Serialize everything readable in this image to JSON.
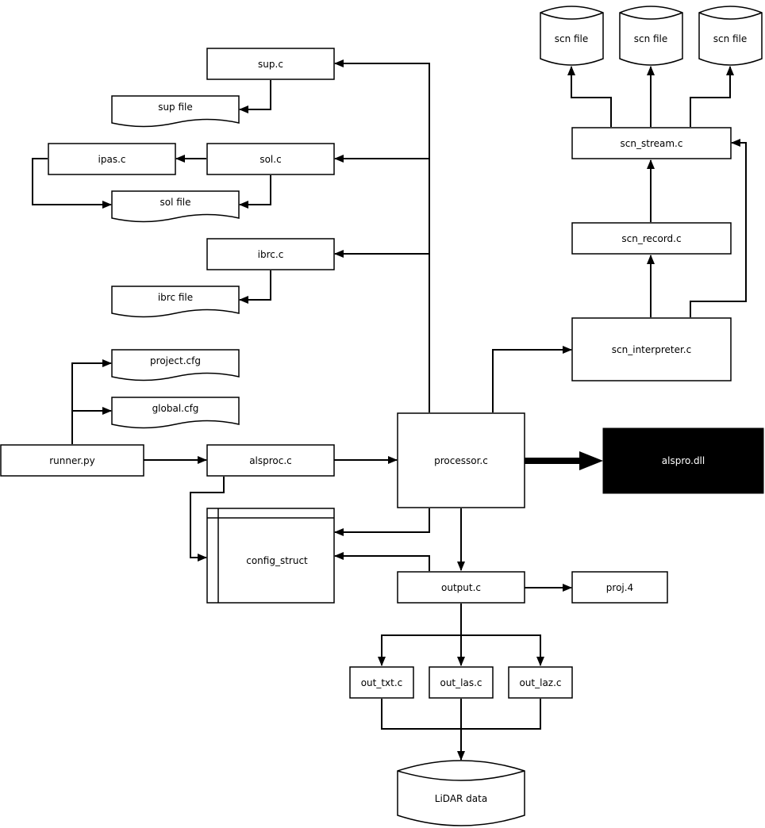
{
  "colors": {
    "stroke": "#000000",
    "background": "#ffffff",
    "dll_fill": "#000000",
    "dll_text": "#ffffff"
  },
  "modules": {
    "sup_c": "sup.c",
    "sol_c": "sol.c",
    "ipas_c": "ipas.c",
    "ibrc_c": "ibrc.c",
    "runner_py": "runner.py",
    "alsproc_c": "alsproc.c",
    "processor_c": "processor.c",
    "output_c": "output.c",
    "proj4": "proj.4",
    "out_txt_c": "out_txt.c",
    "out_las_c": "out_las.c",
    "out_laz_c": "out_laz.c",
    "scn_stream_c": "scn_stream.c",
    "scn_record_c": "scn_record.c",
    "scn_interpreter_c": "scn_interpreter.c"
  },
  "data_files": {
    "sup_file": "sup file",
    "sol_file": "sol file",
    "ibrc_file": "ibrc file",
    "project_cfg": "project.cfg",
    "global_cfg": "global.cfg"
  },
  "storage": {
    "scn_file_1": "scn file",
    "scn_file_2": "scn file",
    "scn_file_3": "scn file",
    "lidar_data": "LiDAR data"
  },
  "internal_storage": {
    "config_struct": "config_struct"
  },
  "output_artifact": {
    "alspro_dll": "alspro.dll"
  }
}
